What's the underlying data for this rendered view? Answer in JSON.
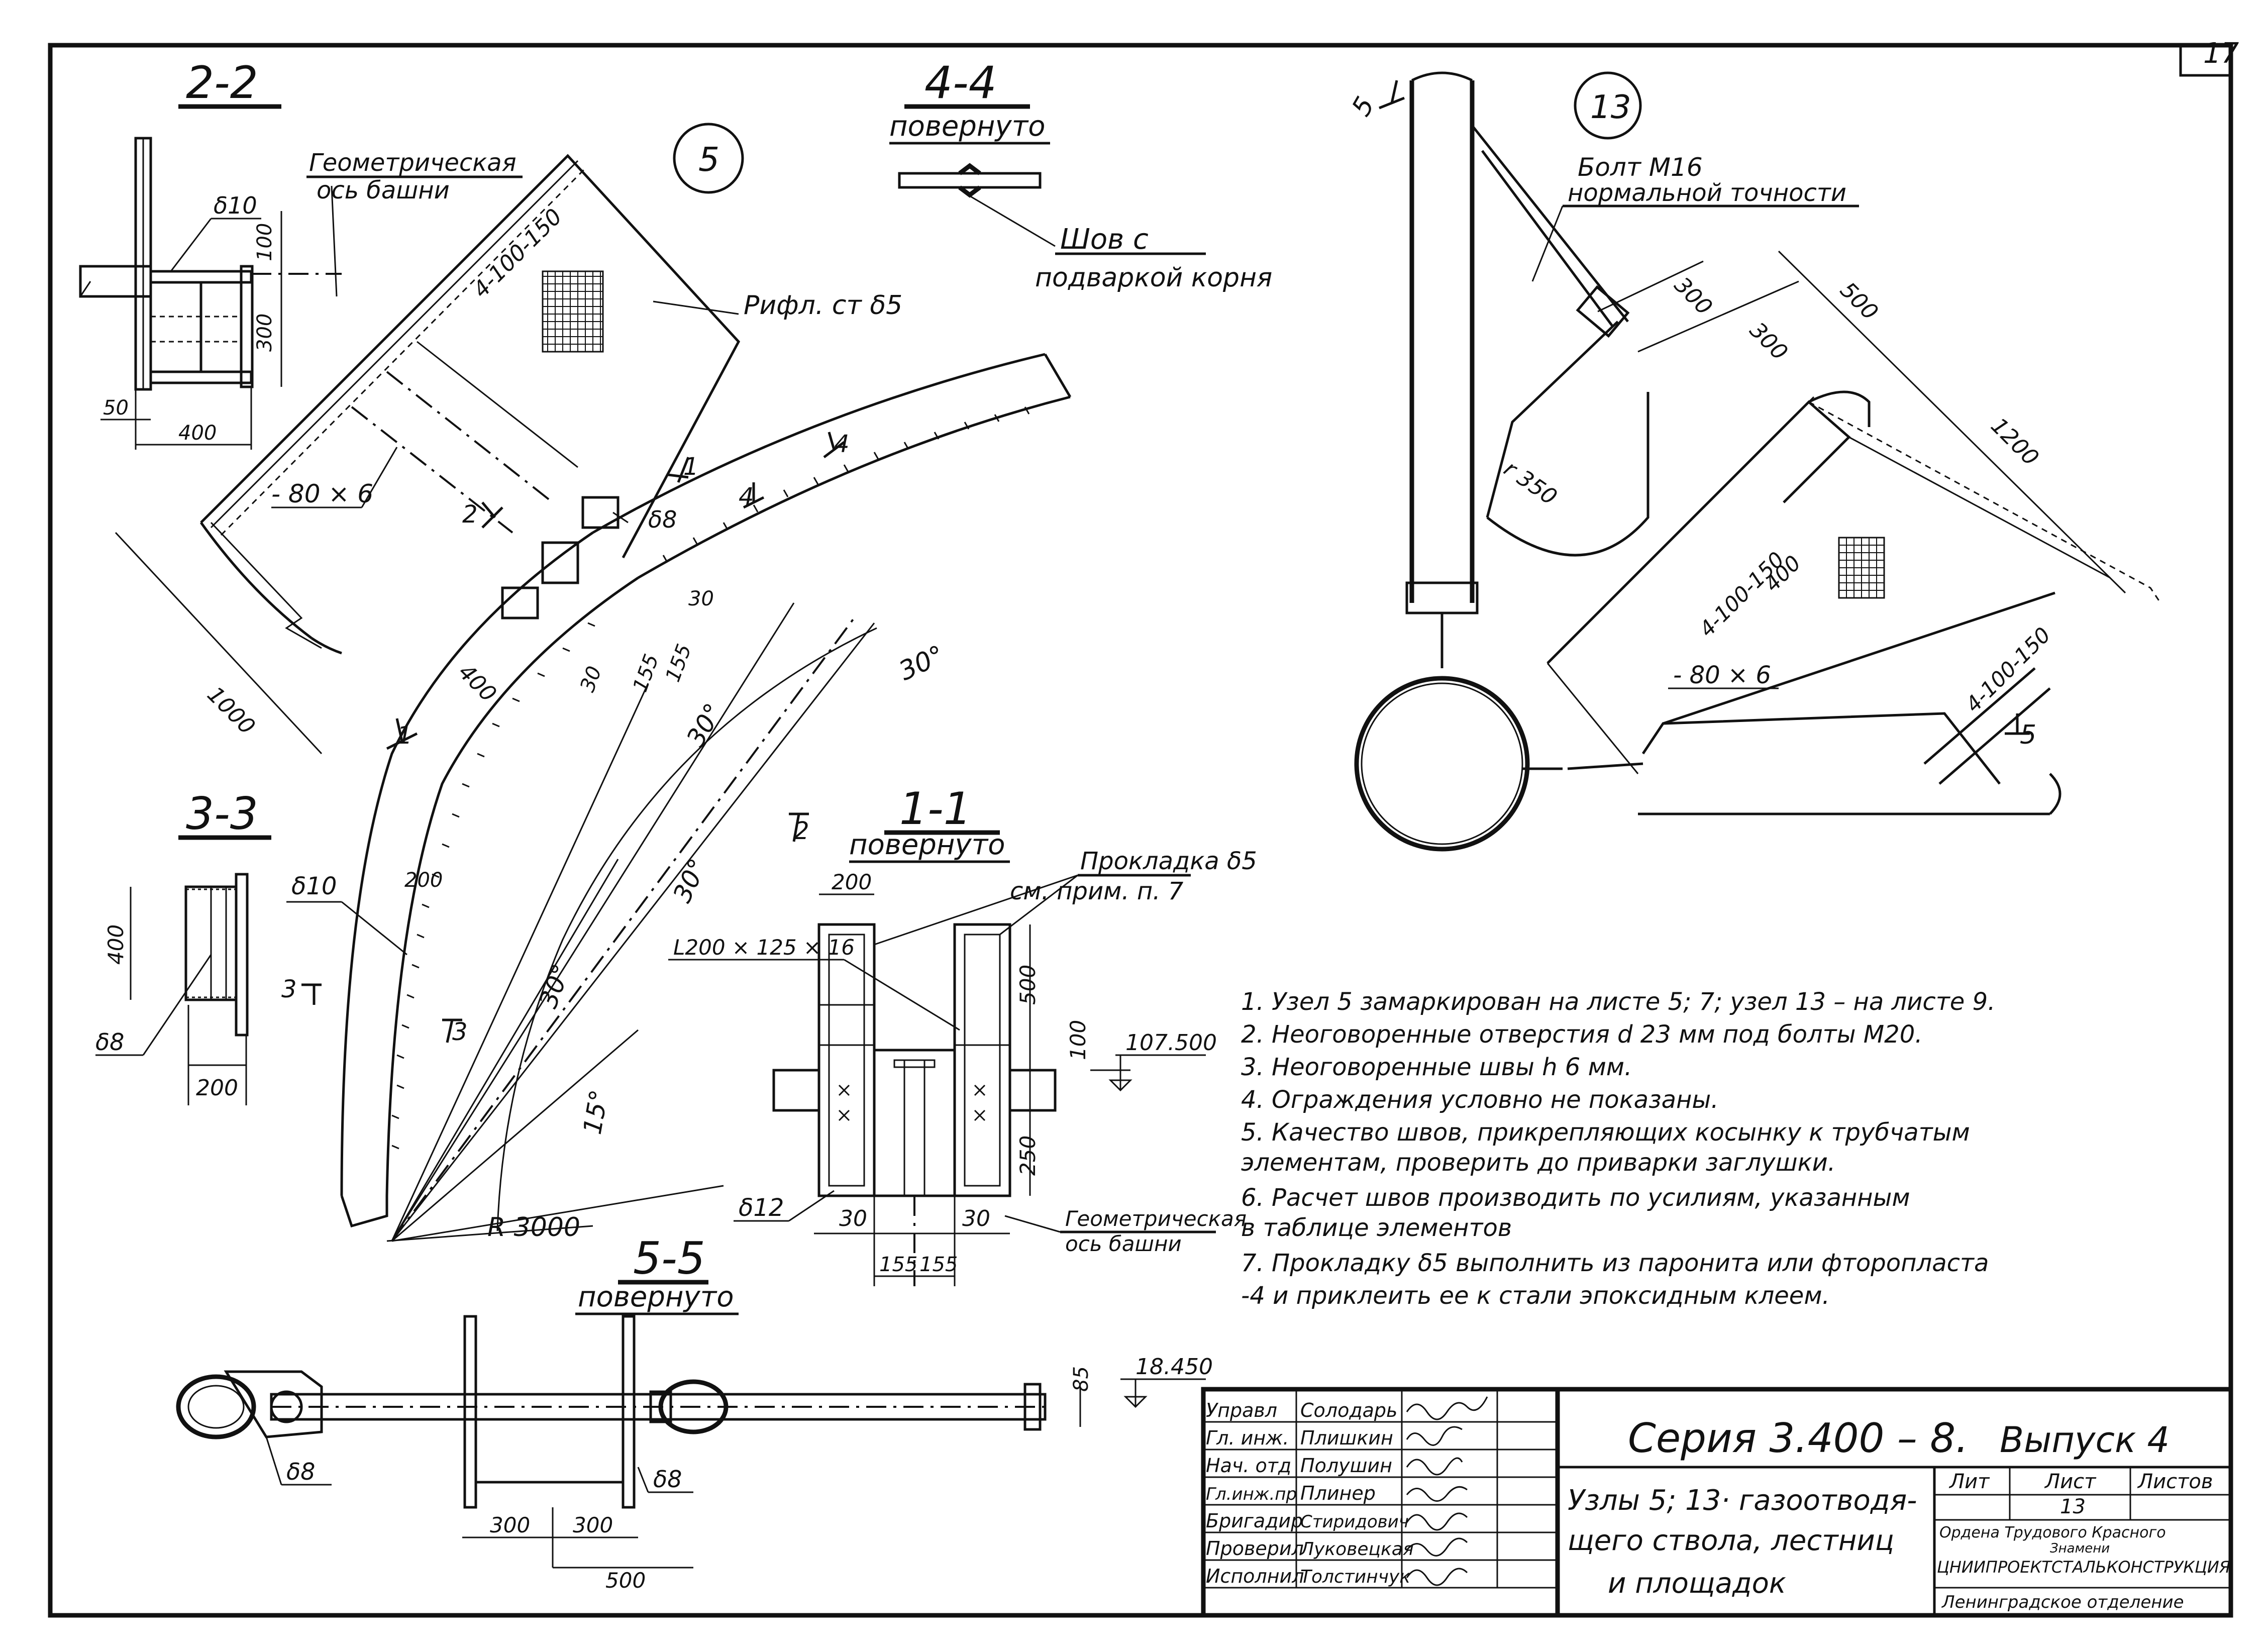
{
  "sheet_number": "17",
  "sections": {
    "s22": "2-2",
    "s33": "3-3",
    "s44": "4-4",
    "s11": "1-1",
    "s55": "5-5",
    "rotated": "повернуто"
  },
  "nodes": {
    "n5": "5",
    "n13": "13"
  },
  "labels_22": {
    "axis_line1": "Геометрическая",
    "axis_line2": "ось башни",
    "d10": "δ10",
    "d100": "100",
    "d300": "300",
    "d50": "50",
    "d400": "400"
  },
  "labels_44": {
    "weld1": "Шов с",
    "weld2": "подваркой корня"
  },
  "labels_5": {
    "bolt_a": "4-100-150",
    "bolt_b": "4-100-150",
    "plate": "Рифл. ст δ5",
    "strip": "- 80 × 6",
    "d8": "δ8",
    "mark1top": "1",
    "mark2": "2",
    "mark4a": "4",
    "mark4b": "4",
    "mark1bot": "1",
    "mark3a": "3",
    "mark3b": "3",
    "mark2b": "2",
    "d1000": "1000",
    "d400": "400",
    "d30a": "30",
    "d30b": "30",
    "d155a": "155",
    "d155b": "155",
    "a30a": "30°",
    "a30b": "30°",
    "a30c": "30°",
    "a30d": "30°",
    "a15": "15°",
    "r3000": "R 3000",
    "d200": "200",
    "d10": "δ10"
  },
  "labels_33": {
    "d400": "400",
    "d8": "δ8",
    "d200": "200"
  },
  "labels_11": {
    "d200": "200",
    "pad1": "Прокладка δ5",
    "pad2": "см. прим. п. 7",
    "angle": "L200 × 125 × 16",
    "d500": "500",
    "d100": "100",
    "elev": "107.500",
    "d250": "250",
    "d12": "δ12",
    "d30a": "30",
    "d30b": "30",
    "d155a": "155",
    "d155b": "155",
    "axis1": "Геометрическая",
    "axis2": "ось башни"
  },
  "labels_13": {
    "bolt1": "Болт М16",
    "bolt2": "нормальной точности",
    "d300a": "300",
    "d300b": "300",
    "d500": "500",
    "d1200": "1200",
    "r350": "r 350",
    "d400": "400",
    "bolts_a": "4-100-150",
    "bolts_b": "4-100-150",
    "strip": "- 80 × 6",
    "mark5a": "5",
    "mark5b": "5"
  },
  "labels_55": {
    "d85": "85",
    "elev": "18.450",
    "d8a": "δ8",
    "d8b": "δ8",
    "d300a": "300",
    "d300b": "300",
    "d500": "500"
  },
  "notes": [
    "1.  Узел 5 замаркирован на листе 5; 7; узел 13 – на листе 9.",
    "2.  Неоговоренные отверстия  d 23 мм  под болты М20.",
    "3.  Неоговоренные швы  h 6 мм.",
    "4.  Ограждения условно не показаны.",
    "5.  Качество швов, прикрепляющих косынку к трубчатым",
    "     элементам, проверить до приварки заглушки.",
    "6.  Расчет швов производить по усилиям, указанным",
    "     в таблице элементов",
    "7.  Прокладку δ5 выполнить из паронита или фторопласта",
    "     -4 и приклеить ее к стали эпоксидным клеем."
  ],
  "title_block": {
    "roles": [
      "Управл",
      "Гл. инж.",
      "Нач. отд",
      "Гл.инж.пр",
      "Бригадир",
      "Проверил",
      "Исполнил"
    ],
    "names": [
      "Солодарь",
      "Плишкин",
      "Полушин",
      "Плинер",
      "Стиридович",
      "Луковецкая",
      "Толстинчук"
    ],
    "series": "Серия  3.400 – 8.",
    "issue": "Выпуск 4",
    "title_line1": "Узлы 5; 13· газоотводя-",
    "title_line2": "щего ствола, лестниц",
    "title_line3": "и площадок",
    "lit": "Лит",
    "sheet": "Лист",
    "sheets": "Листов",
    "sheet_value": "13",
    "org1": "Ордена Трудового Красного",
    "org2": "Знамени",
    "org3": "ЦНИИПРОЕКТСТАЛЬКОНСТРУКЦИЯ",
    "org4": "Ленинградское отделение"
  }
}
